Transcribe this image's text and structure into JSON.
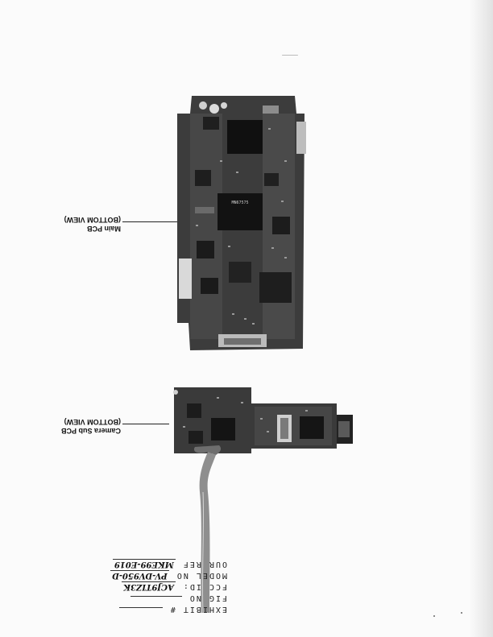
{
  "labels": {
    "main_pcb_line1": "Main PCB",
    "main_pcb_line2": "(BOTTOM VIEW)",
    "camera_pcb_line1": "Camera Sub PCB",
    "camera_pcb_line2": "(BOTTOM VIEW)"
  },
  "exhibit": {
    "exhibit_label": "EXHIBIT #",
    "exhibit_value": "",
    "fig_label": "FIG NO",
    "fig_value": "",
    "fcc_label": "FCC ID:",
    "fcc_value": "ACJ9TIZ3K",
    "model_label": "MODEL NO",
    "model_value": "PV-DV950-D",
    "ref_label": "OUR REF",
    "ref_value": "MKE99-E019"
  },
  "chip_marking": "MN67575"
}
